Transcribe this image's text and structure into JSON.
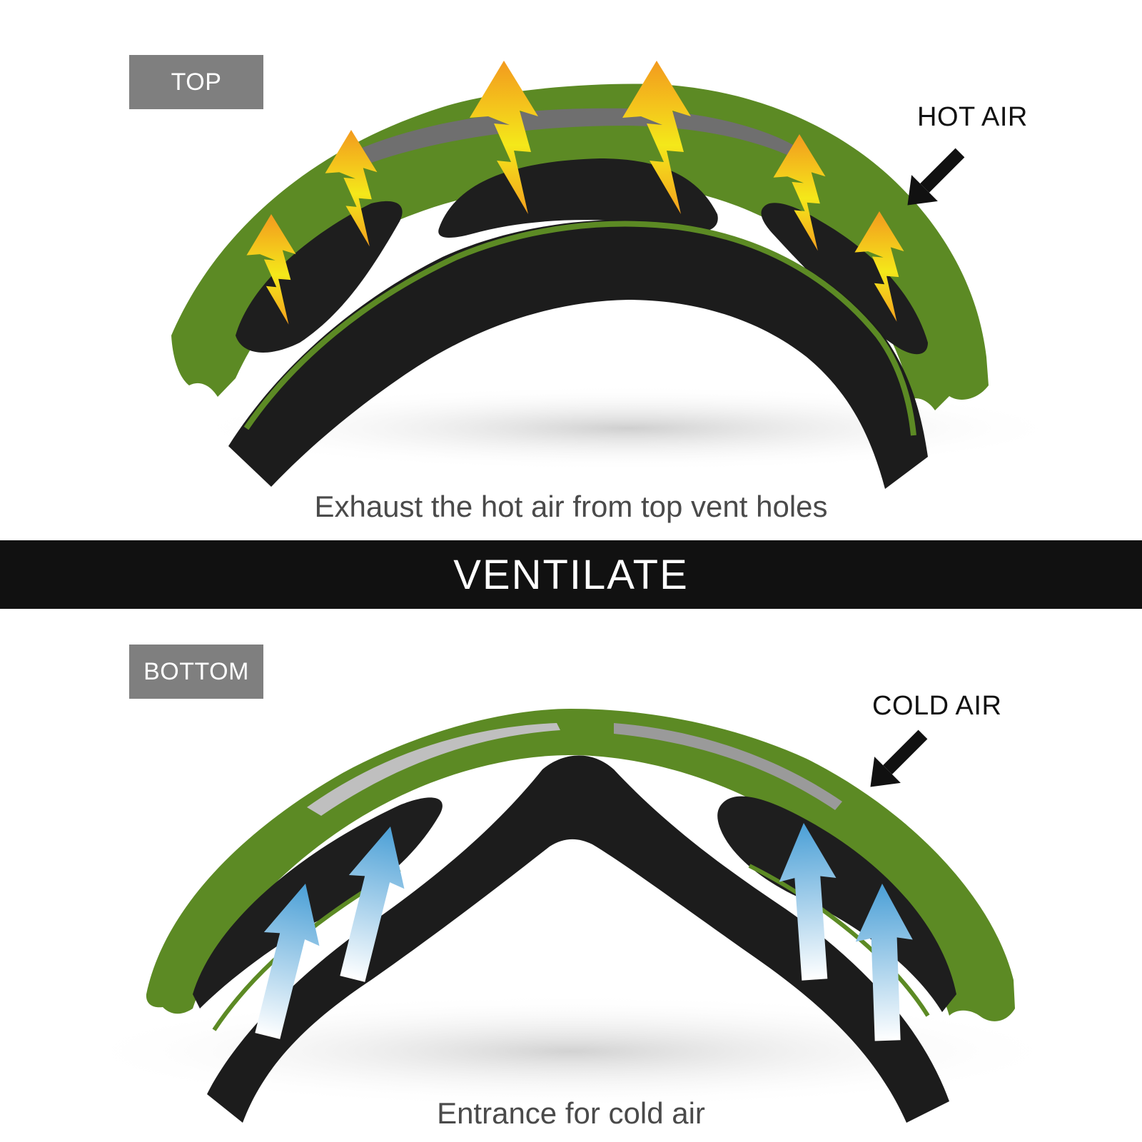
{
  "top": {
    "tag": "TOP",
    "air_label": "HOT AIR",
    "caption": "Exhaust the hot air from top vent holes",
    "arrow_color_from": "#f39a1e",
    "arrow_color_to": "#f4e81a"
  },
  "band": {
    "title": "VENTILATE"
  },
  "bottom": {
    "tag": "BOTTOM",
    "air_label": "COLD AIR",
    "caption": "Entrance for cold air",
    "arrow_color_from": "#4a9fd6",
    "arrow_color_to": "#ffffff"
  },
  "colors": {
    "frame_green": "#5c8a24",
    "foam_black": "#1c1c1c",
    "tag_gray": "#7f7f7f",
    "band_black": "#111111"
  }
}
